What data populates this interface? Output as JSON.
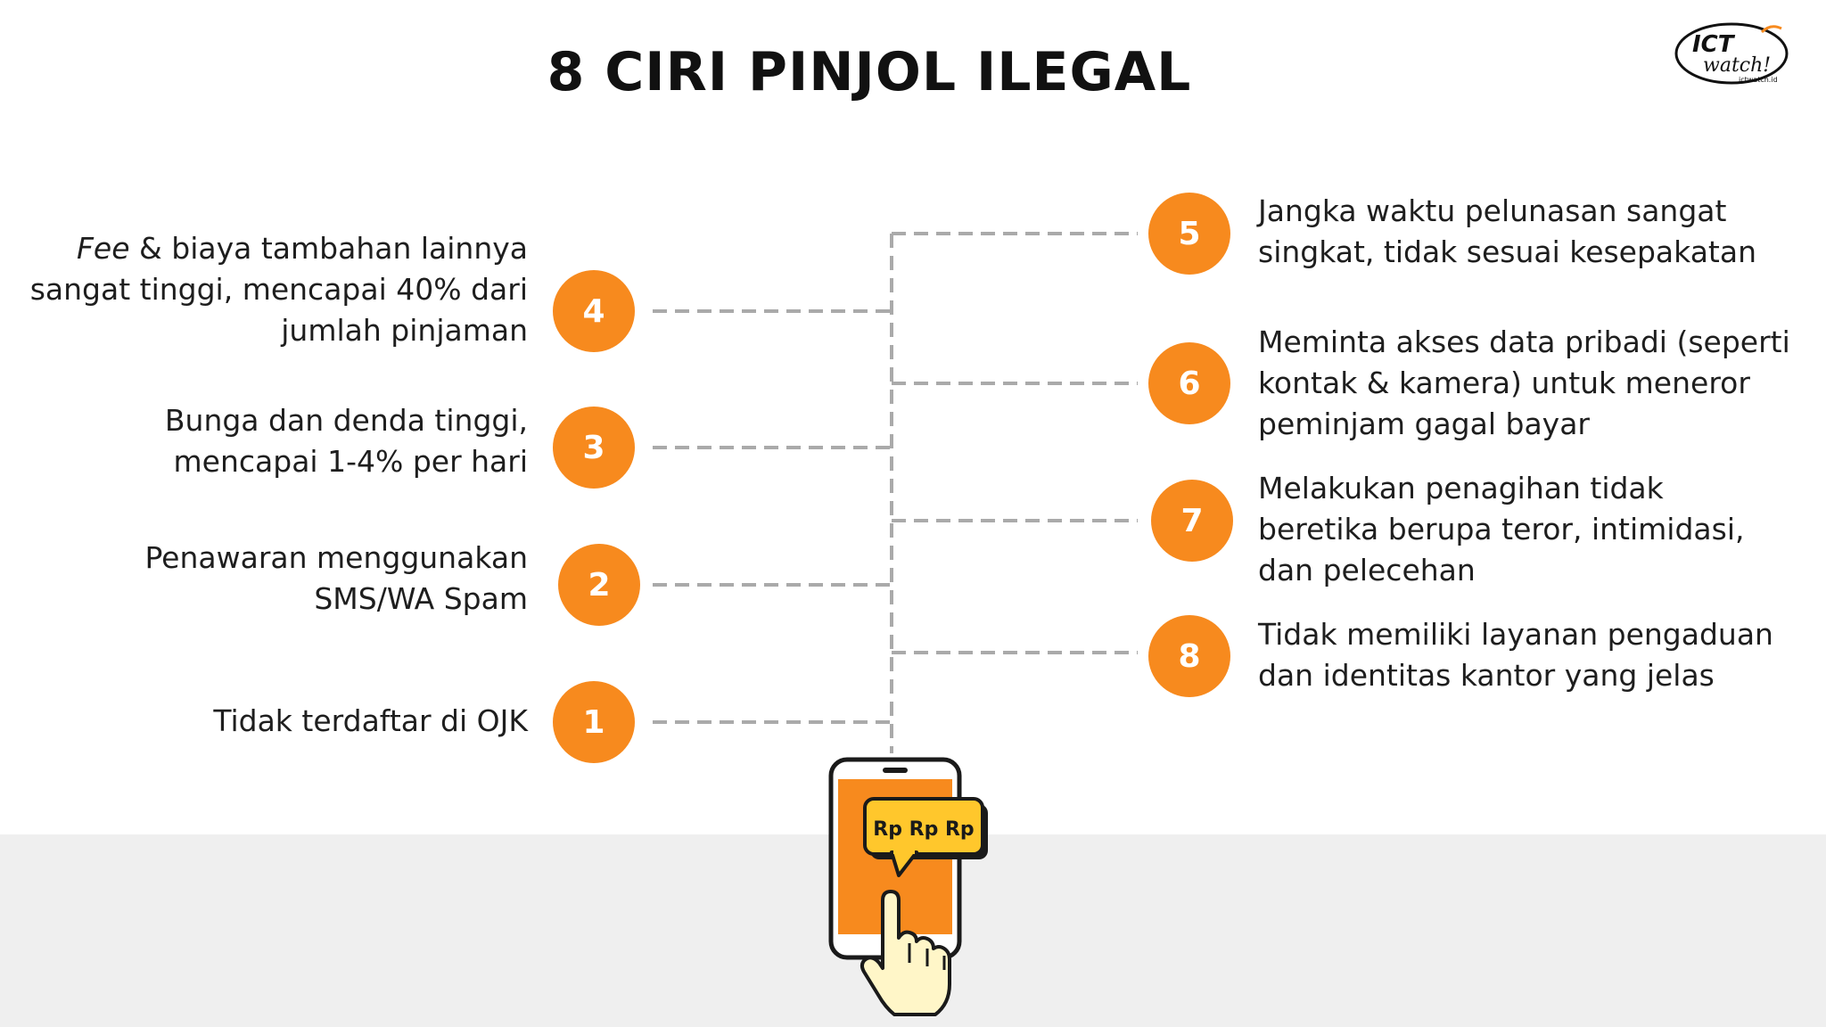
{
  "title": "8 CIRI PINJOL ILEGAL",
  "logo": {
    "line1": "ICT",
    "line2": "watch!",
    "url": "ictwatch.id"
  },
  "colors": {
    "accent": "#f78a1e",
    "connector": "#aaaaaa",
    "text": "#1e1e1e",
    "band": "#efefef",
    "bubble": "#ffc72c"
  },
  "items": [
    {
      "number": "1",
      "lines": [
        "Tidak terdaftar di OJK"
      ]
    },
    {
      "number": "2",
      "lines": [
        "Penawaran menggunakan",
        "SMS/WA Spam"
      ]
    },
    {
      "number": "3",
      "lines": [
        "Bunga dan denda tinggi,",
        "mencapai 1-4% per hari"
      ]
    },
    {
      "number": "4",
      "lines_prefix": "Fee",
      "lines": [
        " & biaya tambahan lainnya",
        "sangat tinggi, mencapai 40% dari",
        "jumlah pinjaman"
      ]
    },
    {
      "number": "5",
      "lines": [
        "Jangka waktu pelunasan sangat",
        "singkat, tidak sesuai kesepakatan"
      ]
    },
    {
      "number": "6",
      "lines": [
        "Meminta akses data pribadi (seperti",
        "kontak & kamera) untuk meneror",
        "peminjam gagal bayar"
      ]
    },
    {
      "number": "7",
      "lines": [
        "Melakukan penagihan tidak",
        "beretika berupa teror, intimidasi,",
        "dan pelecehan"
      ]
    },
    {
      "number": "8",
      "lines": [
        "Tidak memiliki layanan pengaduan",
        "dan identitas kantor yang jelas"
      ]
    }
  ],
  "illustration": {
    "bubble_text": "Rp Rp Rp",
    "icon": "phone-hand-icon"
  }
}
